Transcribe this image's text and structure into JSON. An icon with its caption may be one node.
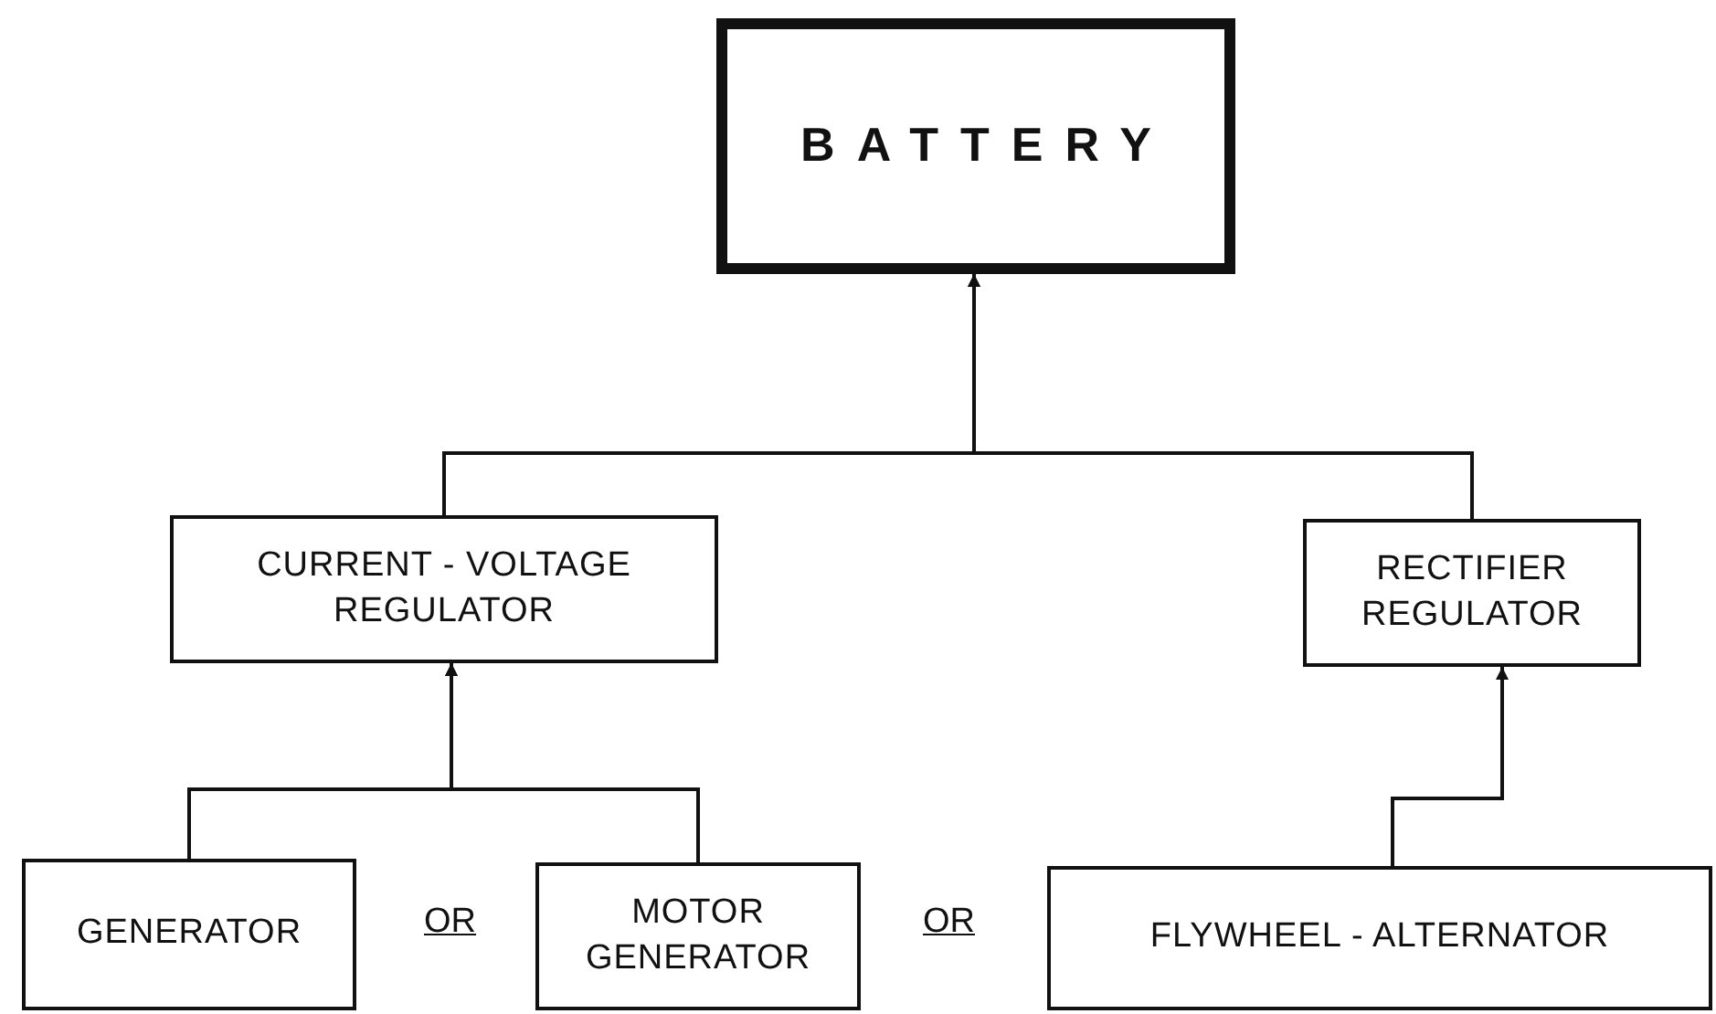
{
  "diagram": {
    "nodes": [
      {
        "text": [
          "BATTERY"
        ]
      },
      {
        "text": [
          "CURRENT - VOLTAGE REGULATOR"
        ]
      },
      {
        "text": [
          "RECTIFIER REGULATOR"
        ]
      },
      {
        "text": [
          "GENERATOR"
        ]
      },
      {
        "text": [
          "MOTOR GENERATOR"
        ]
      },
      {
        "text": [
          "FLYWHEEL - ALTERNATOR"
        ]
      }
    ],
    "edges": [
      {
        "from": 1,
        "to": 0,
        "arrow": "to"
      },
      {
        "from": 2,
        "to": 0,
        "arrow": "to"
      },
      {
        "from": 3,
        "to": 1,
        "arrow": "to"
      },
      {
        "from": 4,
        "to": 1,
        "arrow": "to"
      },
      {
        "from": 5,
        "to": 2,
        "arrow": "to"
      }
    ],
    "labels": [
      "OR",
      "OR"
    ]
  }
}
